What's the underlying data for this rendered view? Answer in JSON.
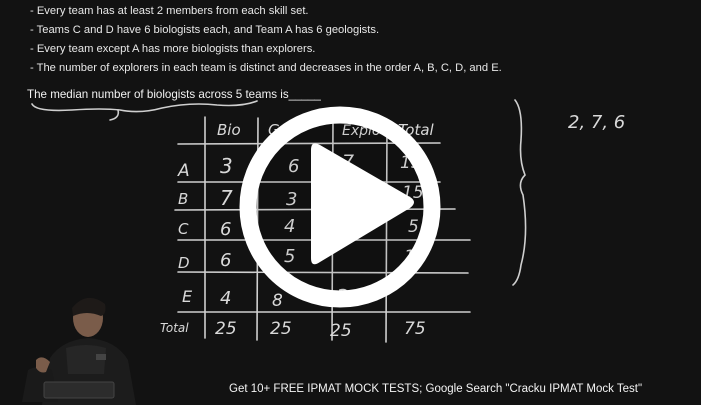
{
  "problem": {
    "lines": [
      "- Every team has at least 2 members from each skill set.",
      "- Teams C and D have 6 biologists each, and Team A has 6 geologists.",
      "- Every team except A has more biologists than explorers.",
      "- The number of explorers in each team is distinct and decreases in the order A, B, C, D, and E."
    ],
    "question": "The median number of biologists across 5 teams is_____"
  },
  "board": {
    "headers": [
      "Bio",
      "Geo",
      "Explo",
      "Total"
    ],
    "rows": [
      {
        "team": "A",
        "bio": "3",
        "geo": "6",
        "exp": "7",
        "total": "15"
      },
      {
        "team": "B",
        "bio": "7",
        "geo": "3",
        "exp": "",
        "total": "15"
      },
      {
        "team": "C",
        "bio": "6",
        "geo": "4",
        "exp": "",
        "total": "5"
      },
      {
        "team": "D",
        "bio": "6",
        "geo": "5",
        "exp": "",
        "total": "15"
      },
      {
        "team": "E",
        "bio": "4",
        "geo": "8",
        "exp": "3",
        "total": ""
      }
    ],
    "total_row": {
      "label": "Total",
      "bio": "25",
      "geo": "25",
      "exp": "25",
      "total": "75"
    },
    "side_note": "2, 7, 6"
  },
  "banner": "Get 10+ FREE IPMAT MOCK TESTS; Google Search \"Cracku IPMAT Mock Test\"",
  "icons": {
    "play": "play-icon"
  },
  "colors": {
    "background": "#121212",
    "play_overlay": "#ffffff"
  }
}
